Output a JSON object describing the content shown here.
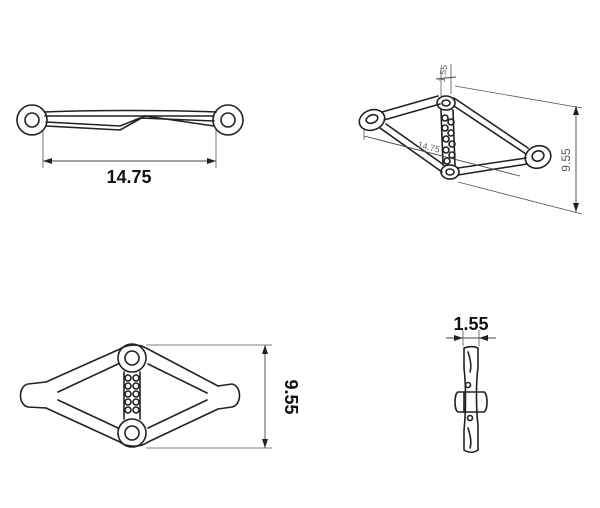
{
  "views": {
    "top": {
      "width_label": "14.75"
    },
    "isometric": {
      "height_label": "9.55",
      "thickness_label": "1.55",
      "width_label": "14.75"
    },
    "front": {
      "height_label": "9.55"
    },
    "side": {
      "thickness_label": "1.55"
    }
  },
  "colors": {
    "line": "#222222",
    "dimension": "#444444",
    "background": "#ffffff"
  }
}
